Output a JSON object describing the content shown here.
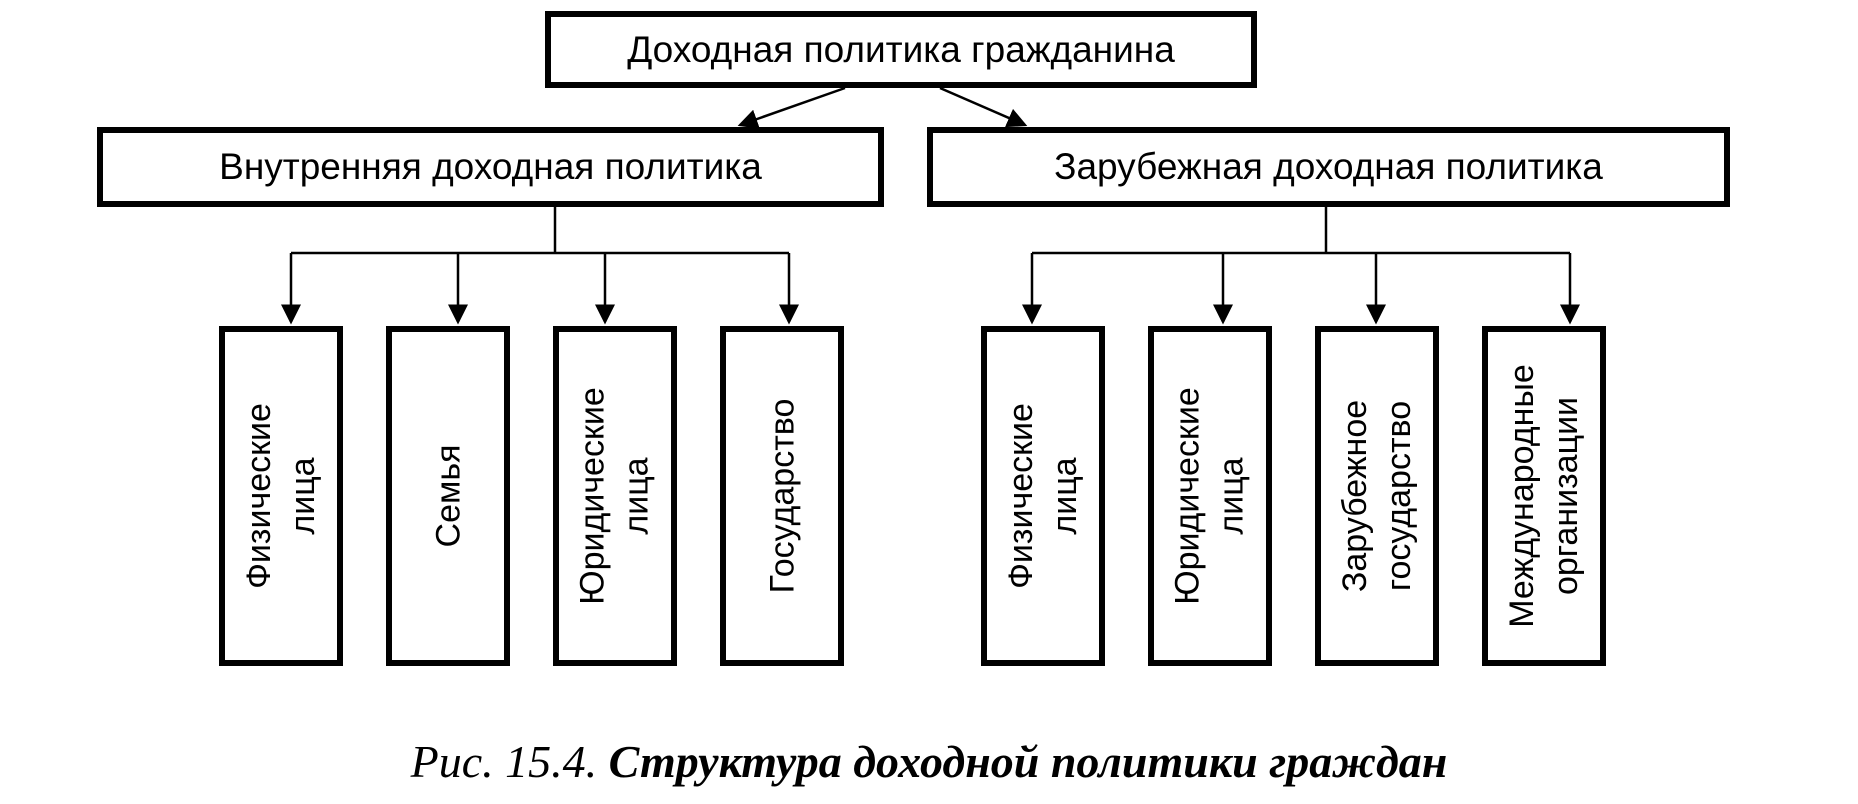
{
  "root": {
    "label": "Доходная политика гражданина"
  },
  "branches": [
    {
      "label": "Внутренняя доходная политика",
      "children": [
        {
          "line1": "Физические",
          "line2": "лица"
        },
        {
          "line1": "Семья",
          "line2": ""
        },
        {
          "line1": "Юридические",
          "line2": "лица"
        },
        {
          "line1": "Государство",
          "line2": ""
        }
      ]
    },
    {
      "label": "Зарубежная доходная политика",
      "children": [
        {
          "line1": "Физические",
          "line2": "лица"
        },
        {
          "line1": "Юридические",
          "line2": "лица"
        },
        {
          "line1": "Зарубежное",
          "line2": "государство"
        },
        {
          "line1": "Международные",
          "line2": "организации"
        }
      ]
    }
  ],
  "caption": {
    "prefix": "Рис. 15.4.",
    "title": "Структура доходной политики граждан"
  }
}
